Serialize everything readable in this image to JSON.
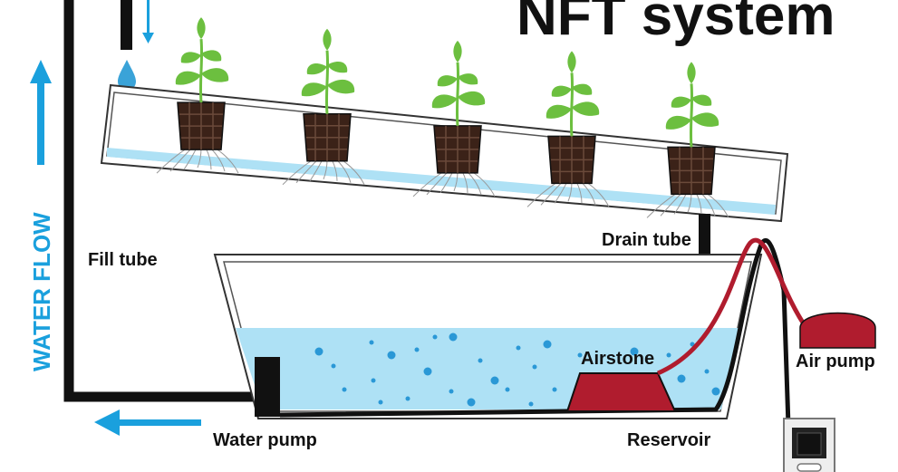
{
  "title": "NFT system",
  "labels": {
    "water_flow": "WATER FLOW",
    "fill_tube": "Fill tube",
    "drain_tube": "Drain tube",
    "airstone": "Airstone",
    "air_pump": "Air pump",
    "water_pump": "Water pump",
    "reservoir": "Reservoir"
  },
  "colors": {
    "water": "#aee1f5",
    "flow_arrow": "#1aa0dd",
    "air_line": "#b01c2e",
    "pipe": "#111111",
    "leaf": "#6cbf3f",
    "pot": "#3b2218"
  },
  "plants": 5
}
